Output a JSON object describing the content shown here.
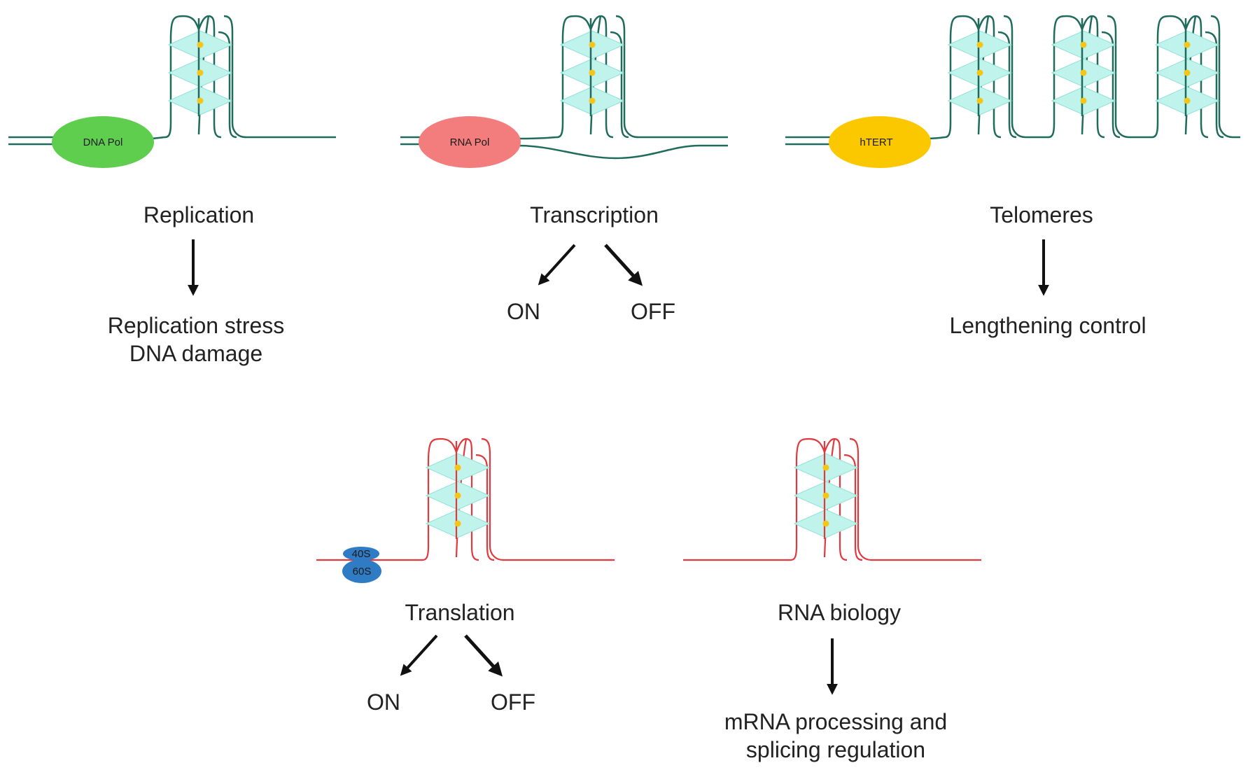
{
  "colors": {
    "dna_strand": "#1f6b5c",
    "rna_strand": "#e0393e",
    "tetrad_fill": "#bff3ec",
    "guanine_dot": "#f5c518",
    "dna_pol": "#5fce4f",
    "rna_pol": "#f37d7d",
    "htert": "#fbc800",
    "ribosome": "#2f7bc4"
  },
  "panels": {
    "replication": {
      "enzyme": "DNA Pol",
      "title": "Replication",
      "outcome_line1": "Replication stress",
      "outcome_line2": "DNA damage"
    },
    "transcription": {
      "enzyme": "RNA Pol",
      "title": "Transcription",
      "on": "ON",
      "off": "OFF"
    },
    "telomeres": {
      "enzyme": "hTERT",
      "title": "Telomeres",
      "outcome": "Lengthening control"
    },
    "translation": {
      "ribosome_small": "40S",
      "ribosome_large": "60S",
      "title": "Translation",
      "on": "ON",
      "off": "OFF"
    },
    "rna_biology": {
      "title": "RNA biology",
      "outcome_line1": "mRNA processing and",
      "outcome_line2": "splicing regulation"
    }
  }
}
